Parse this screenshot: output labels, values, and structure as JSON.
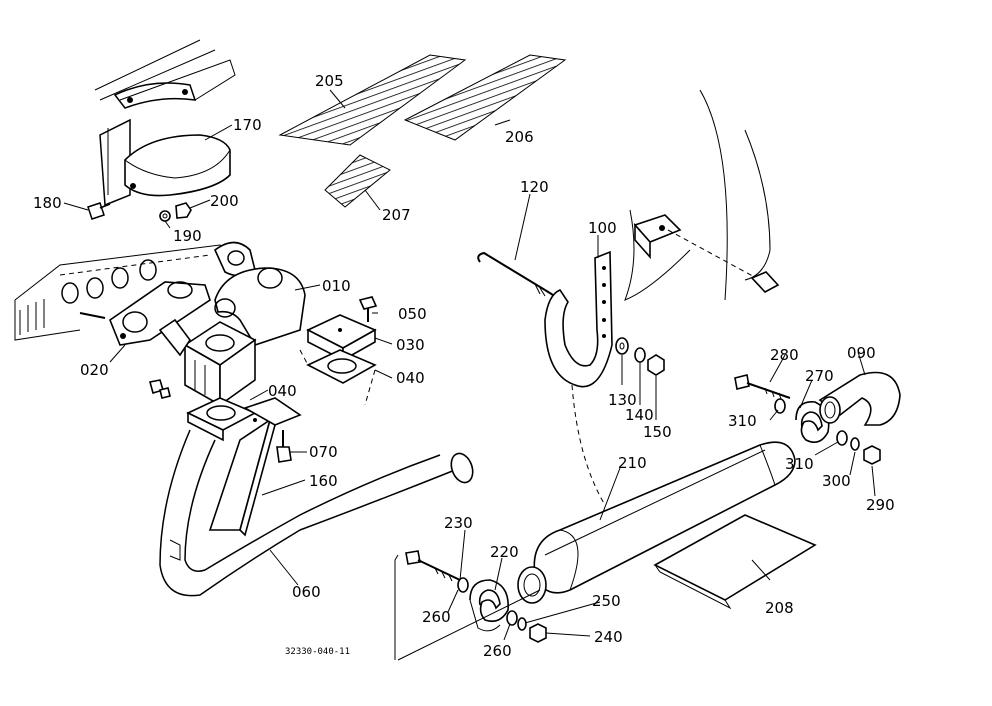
{
  "drawing_code": "32330-040-11",
  "callouts": {
    "c010": "010",
    "c020": "020",
    "c030": "030",
    "c040a": "040",
    "c040b": "040",
    "c050": "050",
    "c060": "060",
    "c070": "070",
    "c090": "090",
    "c100": "100",
    "c120": "120",
    "c130": "130",
    "c140": "140",
    "c150": "150",
    "c160": "160",
    "c170": "170",
    "c180": "180",
    "c190": "190",
    "c200": "200",
    "c205": "205",
    "c206": "206",
    "c207": "207",
    "c208": "208",
    "c210": "210",
    "c220": "220",
    "c230": "230",
    "c240": "240",
    "c250": "250",
    "c260a": "260",
    "c260b": "260",
    "c270": "270",
    "c280": "280",
    "c290": "290",
    "c300": "300",
    "c310a": "310",
    "c310b": "310"
  }
}
